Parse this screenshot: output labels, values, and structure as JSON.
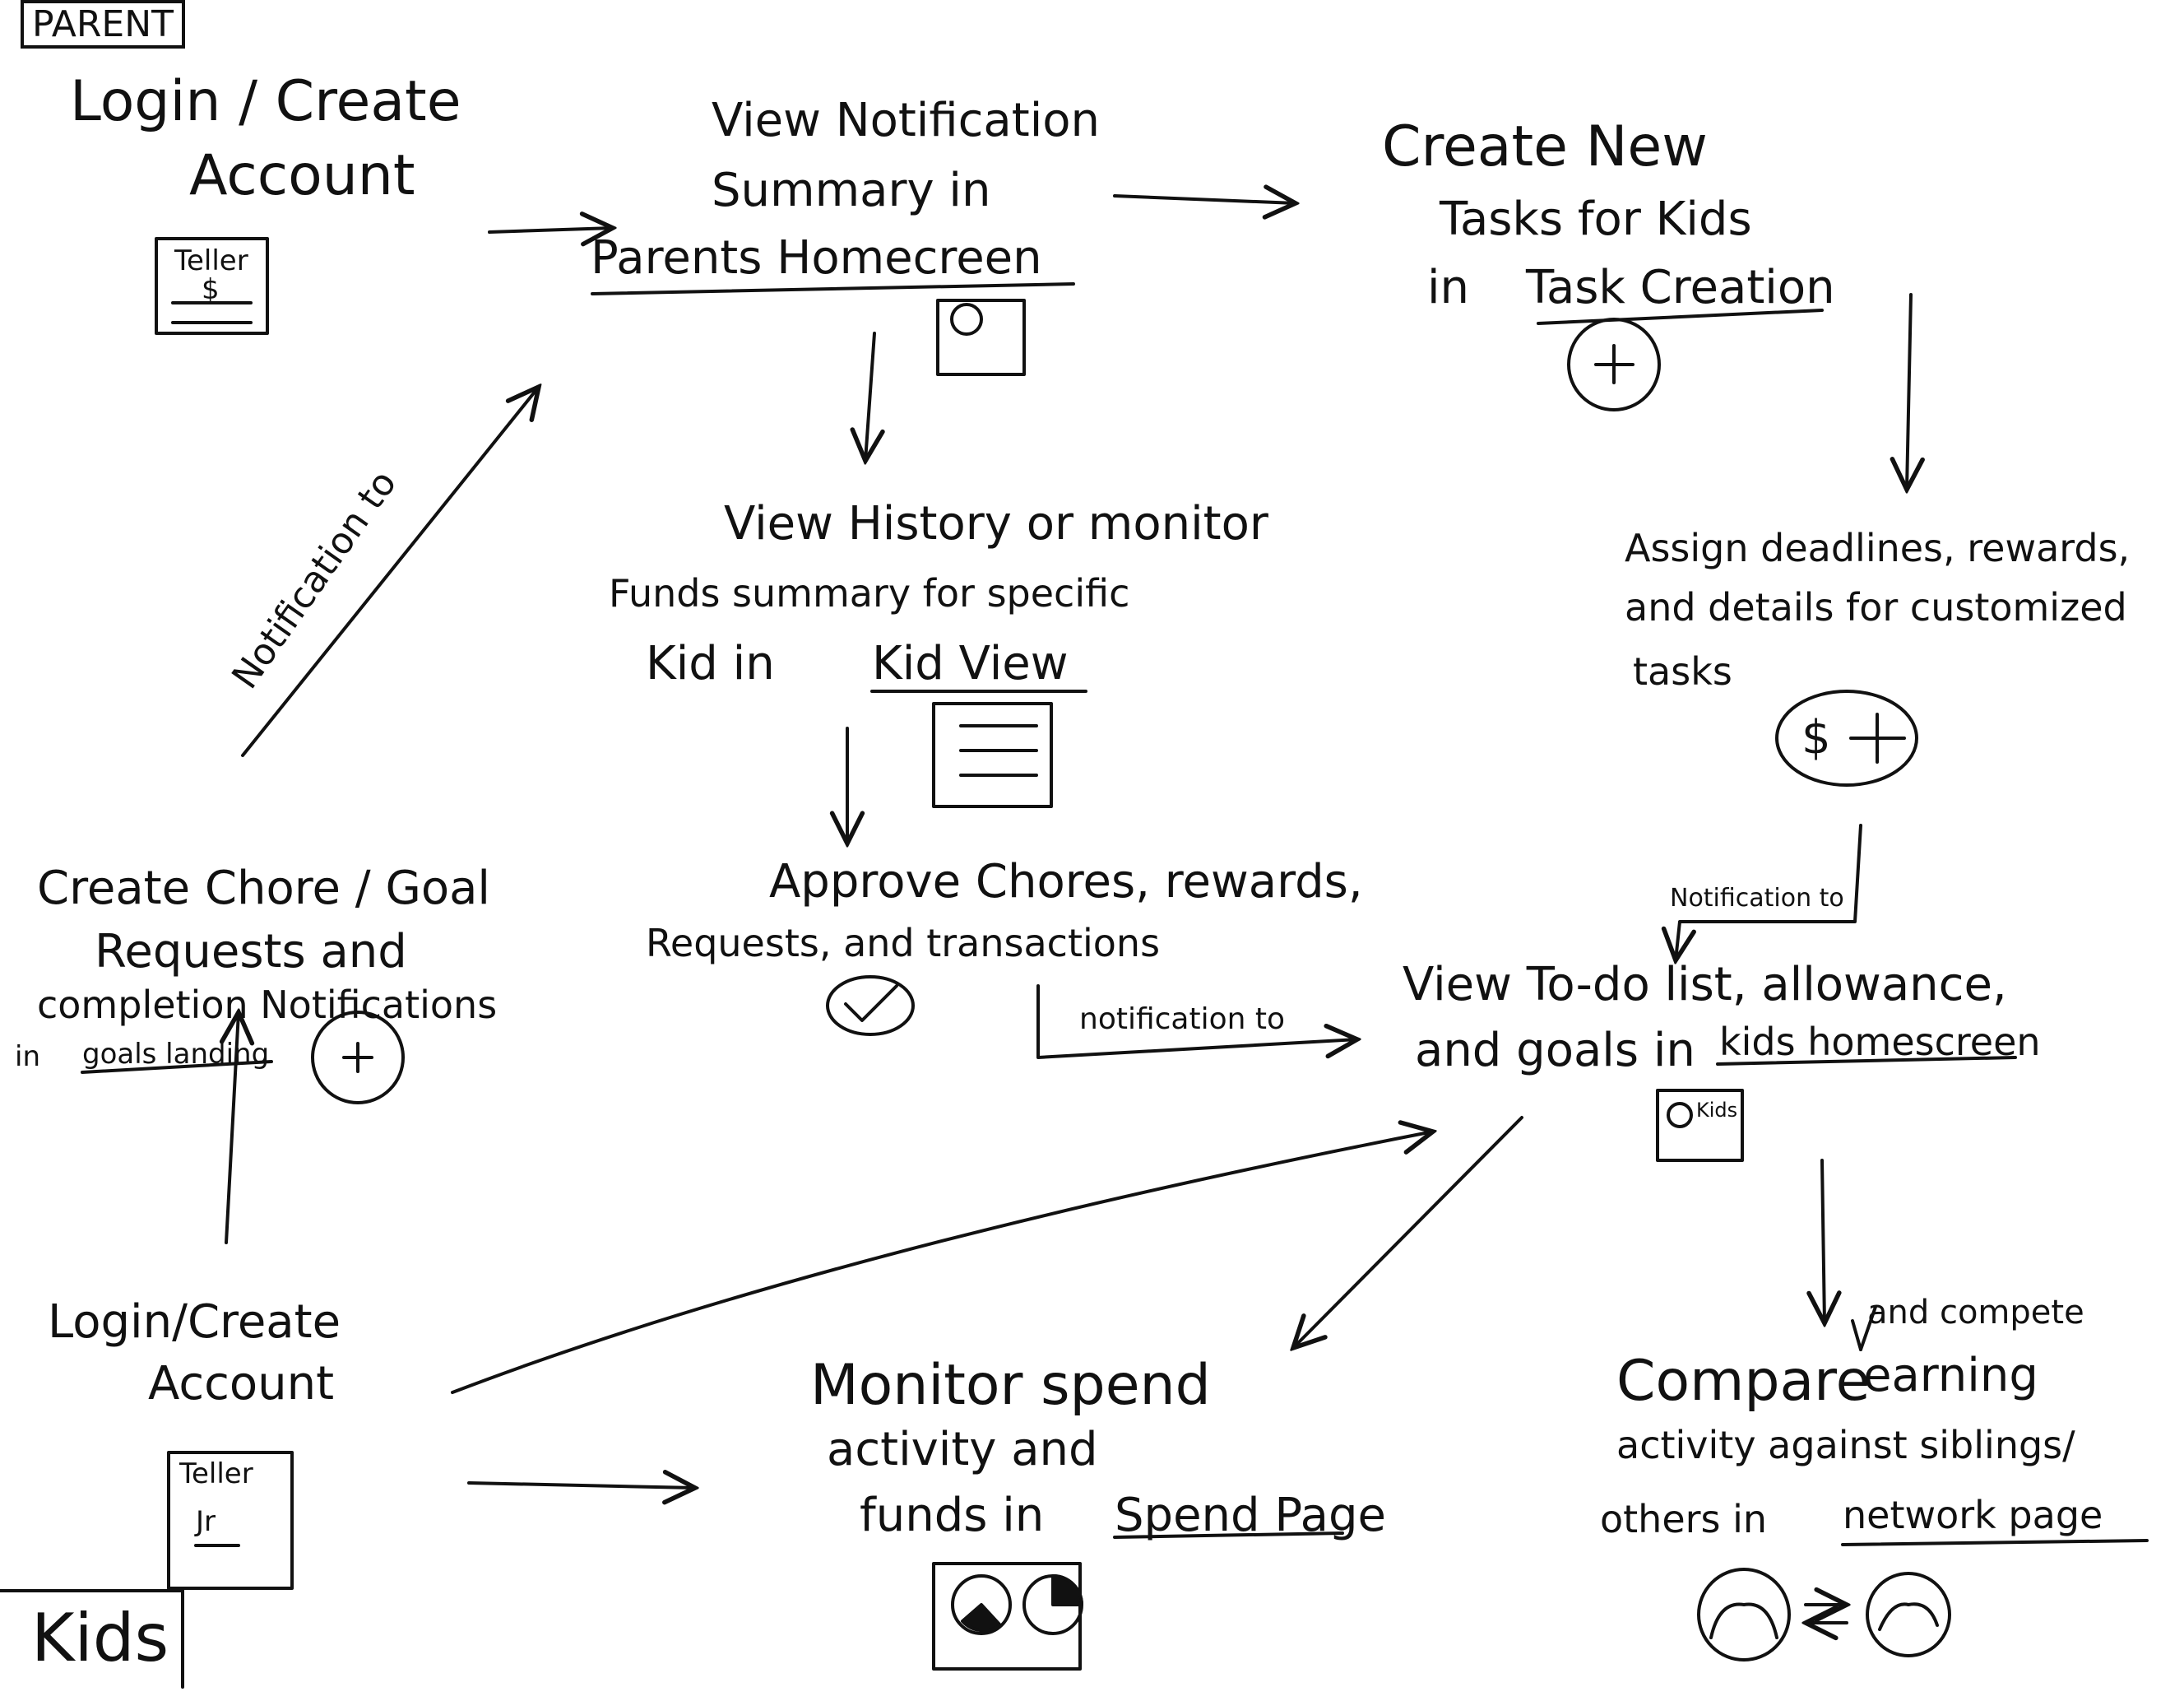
{
  "sections": {
    "parent": "PARENT",
    "kids": "Kids"
  },
  "parent_nodes": {
    "login": [
      "Login / Create",
      "Account"
    ],
    "login_icon": [
      "Teller",
      "$"
    ],
    "homescreen": [
      "View Notification",
      "Summary in"
    ],
    "homescreen_link": "Parents Homecreen",
    "tasks": [
      "Create New",
      "Tasks for Kids",
      "in"
    ],
    "tasks_link": "Task Creation",
    "history": [
      "View History or monitor",
      "Funds summary for specific",
      "Kid in"
    ],
    "history_link": "Kid View",
    "assign": [
      "Assign deadlines, rewards,",
      "and details for customized",
      "tasks"
    ],
    "assign_icon": "$",
    "approve": [
      "Approve Chores, rewards,",
      "Requests, and transactions"
    ]
  },
  "kid_nodes": {
    "requests": [
      "Create Chore / Goal",
      "Requests and",
      "completion Notifications"
    ],
    "requests_prefix": "in",
    "requests_link": "goals landing",
    "todo": [
      "View To-do list, allowance,",
      "and goals in"
    ],
    "todo_link": "kids homescreen",
    "todo_icon": "Kids",
    "login": [
      "Login/Create",
      "Account"
    ],
    "login_icon": [
      "Teller",
      "Jr"
    ],
    "spend": [
      "Monitor spend",
      "activity and",
      "funds in"
    ],
    "spend_link": "Spend Page",
    "network": [
      "Compare",
      "earning",
      "activity against siblings/",
      "others in"
    ],
    "network_insert": "and compete",
    "network_link": "network page"
  },
  "edge_labels": {
    "notification_diag": "Notification to",
    "notification_small": "Notification to",
    "notification_mid": "notification to"
  },
  "icons": {
    "login_parent": "app-logo-icon",
    "homescreen": "t-screen-icon",
    "tasks": "plus-circle-icon",
    "history": "list-screen-icon",
    "assign": "dollar-plus-icon",
    "approve": "check-circle-icon",
    "requests": "plus-circle-icon",
    "todo": "kids-screen-icon",
    "login_kids": "app-logo-icon",
    "spend": "pie-charts-icon",
    "network": "swap-avatars-icon"
  }
}
